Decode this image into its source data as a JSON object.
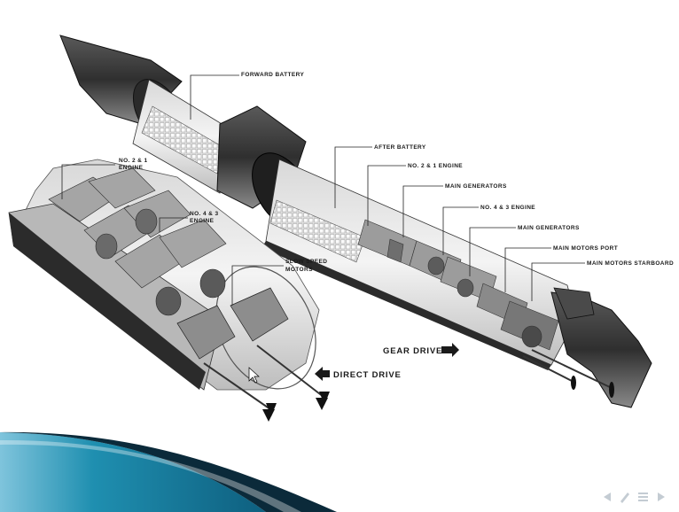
{
  "labels": {
    "forward_battery": "FORWARD BATTERY",
    "after_battery": "AFTER BATTERY",
    "no21_engine_right": "NO. 2 & 1 ENGINE",
    "main_generators_1": "MAIN GENERATORS",
    "no43_engine_right": "NO. 4 & 3 ENGINE",
    "main_generators_2": "MAIN GENERATORS",
    "main_motors_port": "MAIN MOTORS PORT",
    "main_motors_starboard": "MAIN MOTORS STARBOARD",
    "no21_left_line1": "NO. 2 & 1",
    "no21_left_line2": "ENGINE",
    "no43_left_line1": "NO. 4 & 3",
    "no43_left_line2": "ENGINE",
    "slow_speed_line1": "SLOW SPEED",
    "slow_speed_line2": "MOTORS",
    "gear_drive": "GEAR DRIVE",
    "direct_drive": "DIRECT DRIVE"
  },
  "icons": [
    "previous-icon",
    "pen-icon",
    "slide-menu-icon",
    "next-icon"
  ],
  "colors": {
    "background": "#ffffff",
    "hull_dark": "#3a3a3a",
    "hull_mid": "#7a7a7a",
    "hull_light": "#cfcfcf",
    "accent_teal": "#1f8fb0",
    "accent_navy": "#0b2a3a"
  }
}
